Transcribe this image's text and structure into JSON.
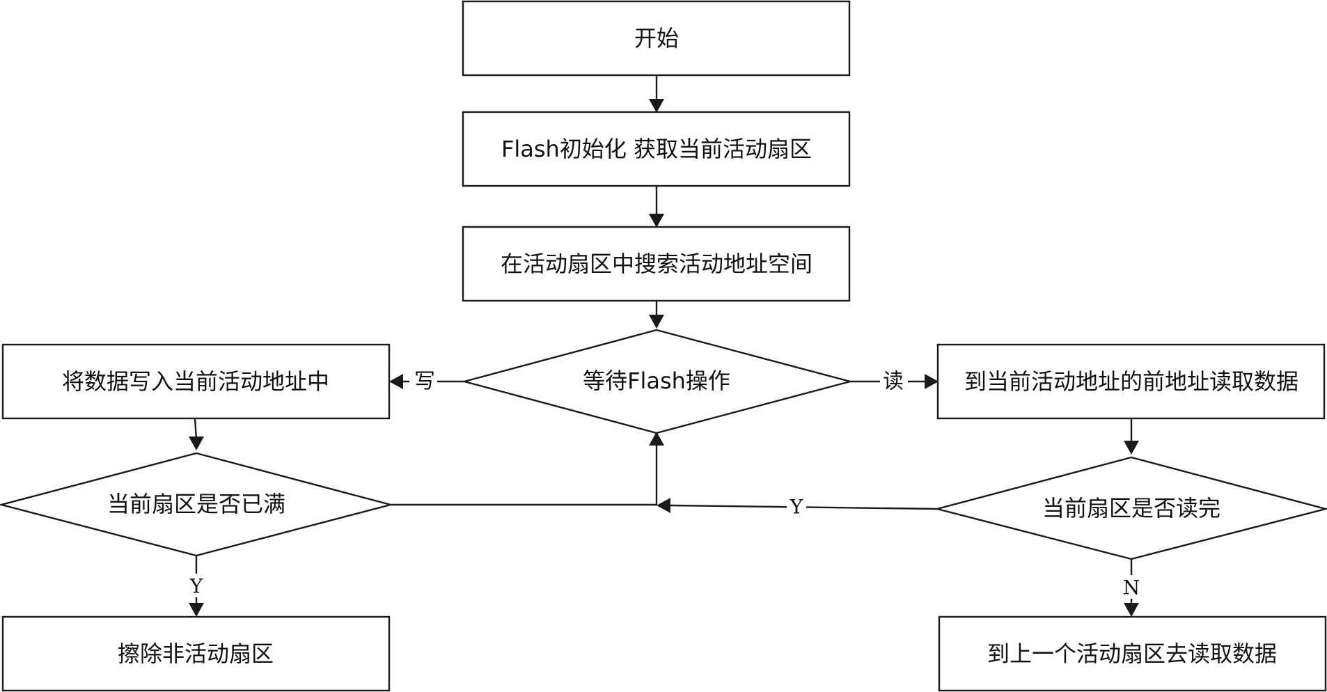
{
  "nodes": {
    "start": {
      "label": "开始"
    },
    "flash_init": {
      "label": "Flash初始化 获取当前活动扇区"
    },
    "search_address": {
      "label": "在活动扇区中搜索活动地址空间"
    },
    "wait_operation": {
      "label": "等待Flash操作"
    },
    "write_data": {
      "label": "将数据写入当前活动地址中"
    },
    "read_data": {
      "label": "到当前活动地址的前地址读取数据"
    },
    "sector_full": {
      "label": "当前扇区是否已满"
    },
    "sector_read_done": {
      "label": "当前扇区是否读完"
    },
    "erase_inactive": {
      "label": "擦除非活动扇区"
    },
    "read_prev_sector": {
      "label": "到上一个活动扇区去读取数据"
    }
  },
  "edges": {
    "write": {
      "label": "写"
    },
    "read": {
      "label": "读"
    },
    "full_yes": {
      "label": "Y"
    },
    "read_done_yes": {
      "label": "Y"
    },
    "read_done_no": {
      "label": "N"
    }
  }
}
